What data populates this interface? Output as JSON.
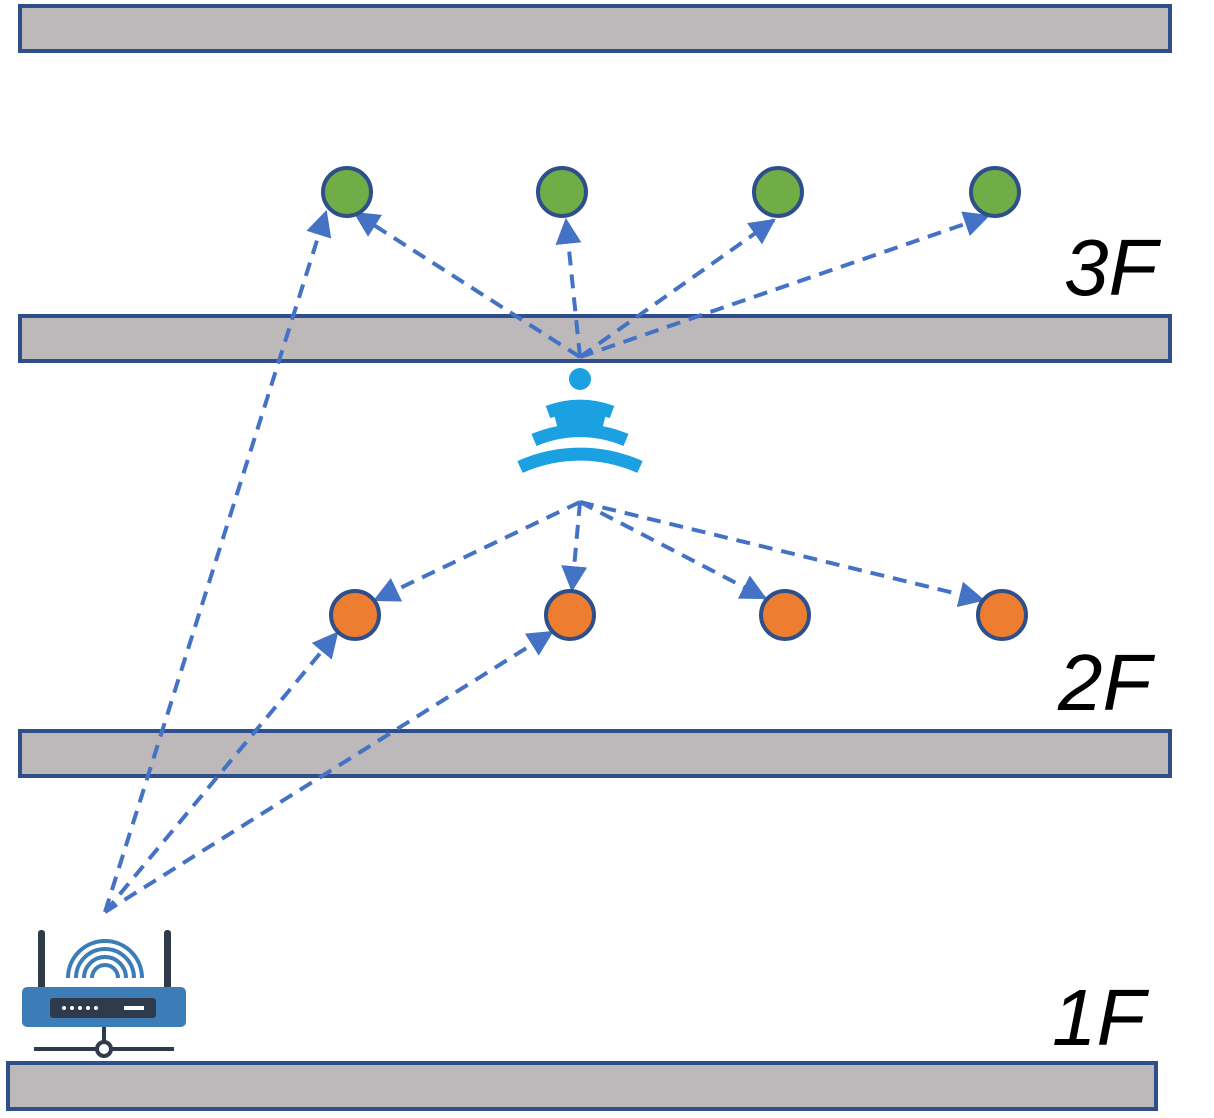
{
  "floors": [
    {
      "id": "1F",
      "label": "1F"
    },
    {
      "id": "2F",
      "label": "2F"
    },
    {
      "id": "3F",
      "label": "3F"
    }
  ],
  "colors": {
    "slab_fill": "#BDB8B9",
    "slab_stroke": "#2E4F8A",
    "link": "#4472C4",
    "floor3_node": "#70AD47",
    "floor2_node": "#ED7D31",
    "access_point": "#1BA1E2",
    "router_body": "#3C7DB8"
  },
  "icons": {
    "access_point": "wifi-signal-icon",
    "router": "wireless-router-icon"
  }
}
